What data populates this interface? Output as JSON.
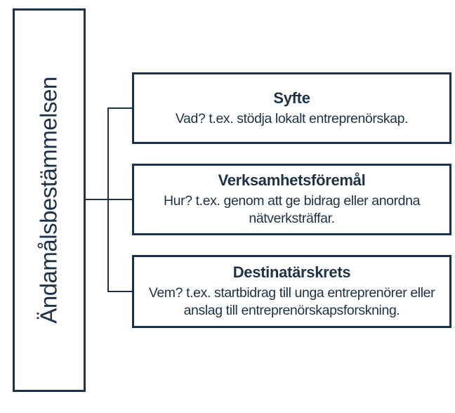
{
  "diagram": {
    "type": "tree",
    "root": {
      "label": "Ändamålsbestämmelsen"
    },
    "nodes": [
      {
        "title": "Syfte",
        "description": "Vad? t.ex. stödja lokalt entreprenörskap."
      },
      {
        "title": "Verksamhetsföremål",
        "description": "Hur? t.ex. genom att ge bidrag eller anordna nätverksträffar."
      },
      {
        "title": "Destinatärskrets",
        "description": "Vem? t.ex. startbidrag till unga entreprenörer eller anslag till entreprenörskapsforskning."
      }
    ],
    "colors": {
      "line": "#1d3147",
      "text": "#1d3147",
      "background": "#ffffff"
    }
  }
}
